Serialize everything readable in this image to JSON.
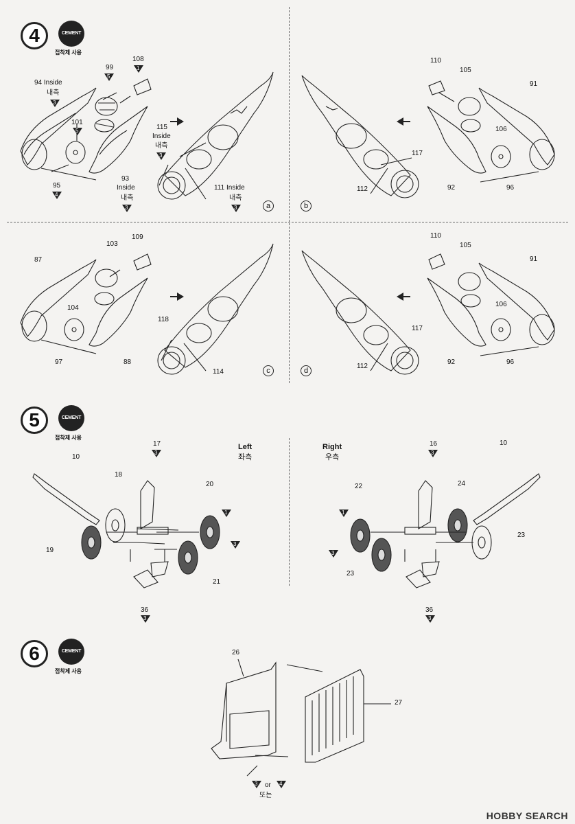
{
  "cement": {
    "label": "CEMENT",
    "sub": "접착제 사용"
  },
  "step4": {
    "number": "4",
    "a": {
      "tag": "a",
      "labels": [
        "94 Inside",
        "내측",
        "99",
        "101",
        "95",
        "93",
        "Inside",
        "내측",
        "108",
        "115",
        "Inside",
        "내측",
        "111 Inside",
        "내측"
      ],
      "badges": [
        "3",
        "5",
        "5",
        "4",
        "3",
        "1",
        "3",
        "3"
      ]
    },
    "b": {
      "tag": "b",
      "labels": [
        "110",
        "105",
        "91",
        "106",
        "117",
        "112",
        "92",
        "96"
      ]
    },
    "c": {
      "tag": "c",
      "labels": [
        "87",
        "103",
        "109",
        "104",
        "97",
        "88",
        "118",
        "114"
      ]
    },
    "d": {
      "tag": "d",
      "labels": [
        "110",
        "105",
        "91",
        "106",
        "117",
        "112",
        "92",
        "96"
      ]
    }
  },
  "step5": {
    "number": "5",
    "left": {
      "title": "Left",
      "title_ko": "좌측",
      "labels": [
        "10",
        "18",
        "17",
        "20",
        "19",
        "21",
        "36"
      ],
      "badges": [
        "3",
        "1",
        "3",
        "3"
      ]
    },
    "right": {
      "title": "Right",
      "title_ko": "우측",
      "labels": [
        "16",
        "10",
        "22",
        "24",
        "23",
        "23",
        "36"
      ],
      "badges": [
        "3",
        "1",
        "3",
        "3"
      ]
    }
  },
  "step6": {
    "number": "6",
    "labels": [
      "26",
      "27"
    ],
    "or": "or",
    "or_ko": "또는",
    "badges": [
      "3",
      "4"
    ]
  },
  "watermark": "HOBBY SEARCH"
}
